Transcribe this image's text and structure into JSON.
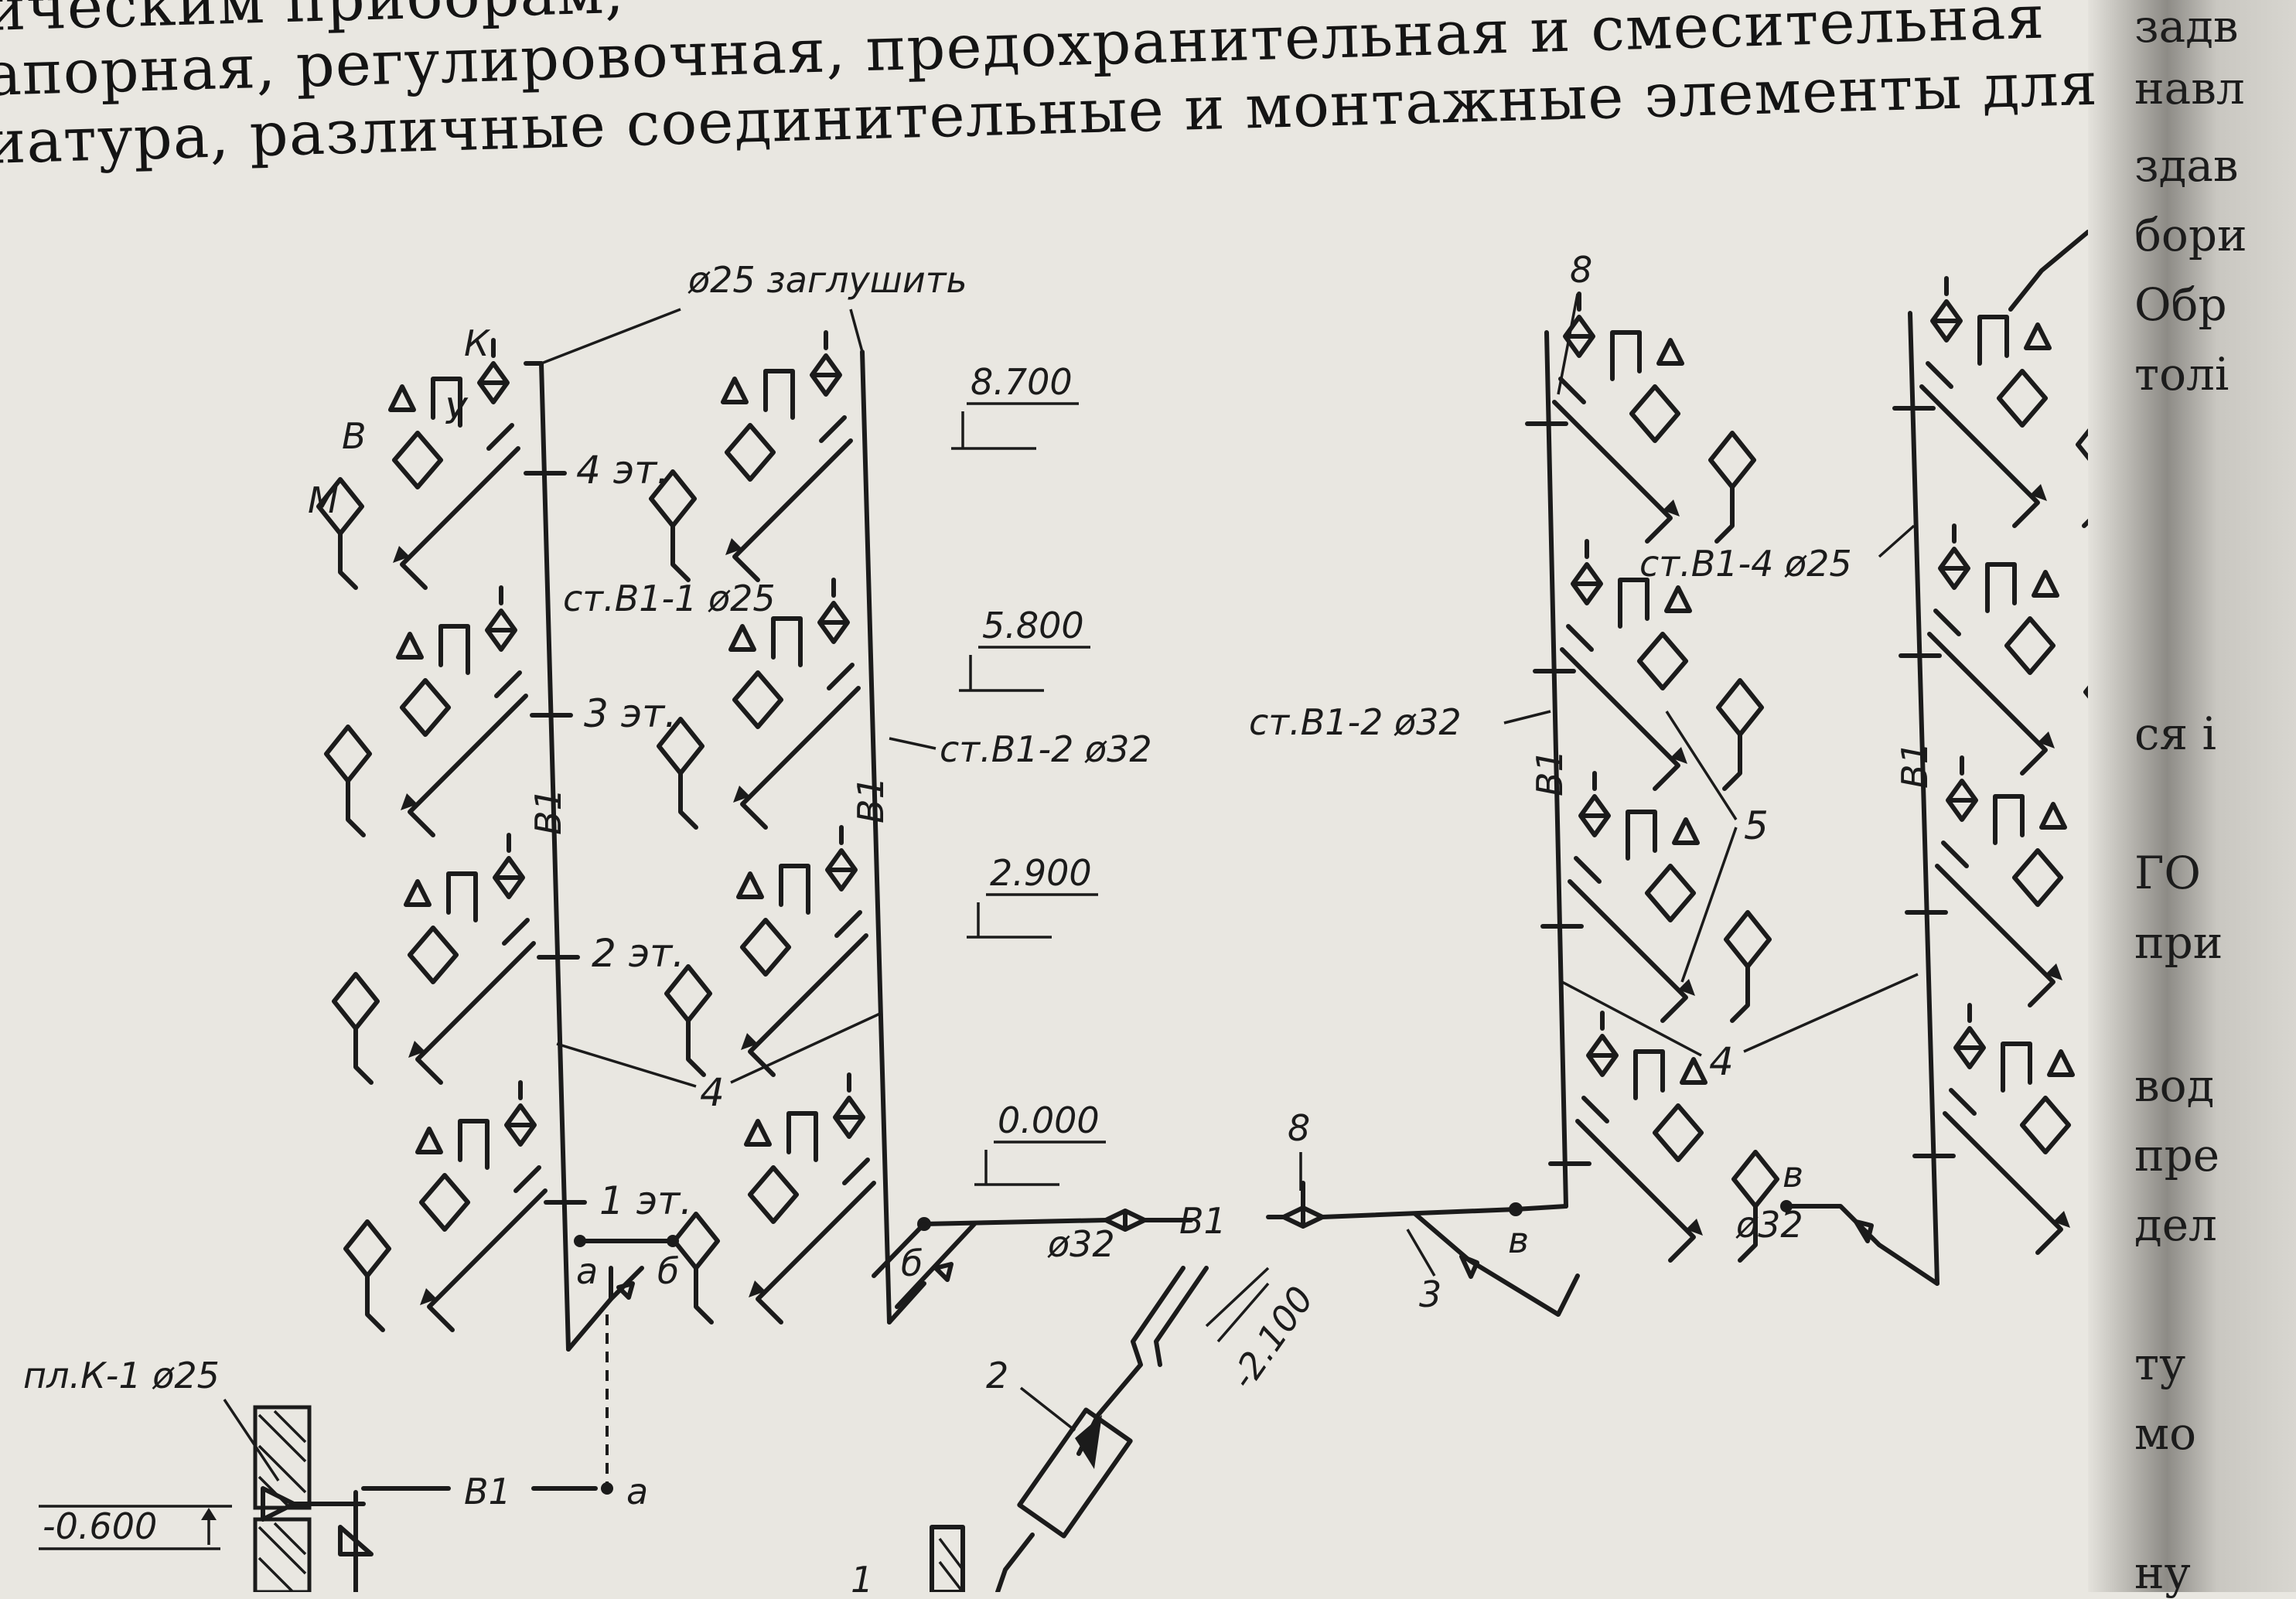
{
  "page": {
    "text_lines": [
      "ическим приборам,",
      "апорная, регулировочная, предохранительная и смесительная",
      "иатура, различные соединительные и монтажные элементы для"
    ],
    "right_column": [
      "задв",
      "навл",
      "здав",
      "бори",
      "Обр",
      "толі",
      "ся і",
      "ГО",
      "при",
      "вод",
      "пре",
      "дел",
      "ту",
      "мо",
      "ну"
    ]
  },
  "diagram": {
    "label_cap": "ø25 заглушить",
    "label_K": "К",
    "label_V": "В",
    "label_U": "У",
    "label_M": "М",
    "floors": [
      "4 эт.",
      "3 эт.",
      "2 эт.",
      "1 эт."
    ],
    "riser1": "ст.В1-1 ø25",
    "riser2_left": "ст.В1-2 ø32",
    "riser2_right": "ст.В1-2 ø32",
    "riser4": "ст.В1-4 ø25",
    "riser_mark": "В1",
    "elevations": [
      "8.700",
      "5.800",
      "2.900",
      "0.000"
    ],
    "elev_input": "-2.100",
    "elev_basement": "-0.600",
    "main_label": "В1",
    "basement_main": "В1",
    "pipe_d32": "ø32",
    "pipe_d32_right": "ø32",
    "plK": "пл.К-1 ø25",
    "callout_4": "4",
    "callout_5": "5",
    "callout_8": "8",
    "callout_3": "3",
    "callout_2": "2",
    "callout_1": "1",
    "node_a": "а",
    "node_b": "б",
    "node_v": "в"
  }
}
